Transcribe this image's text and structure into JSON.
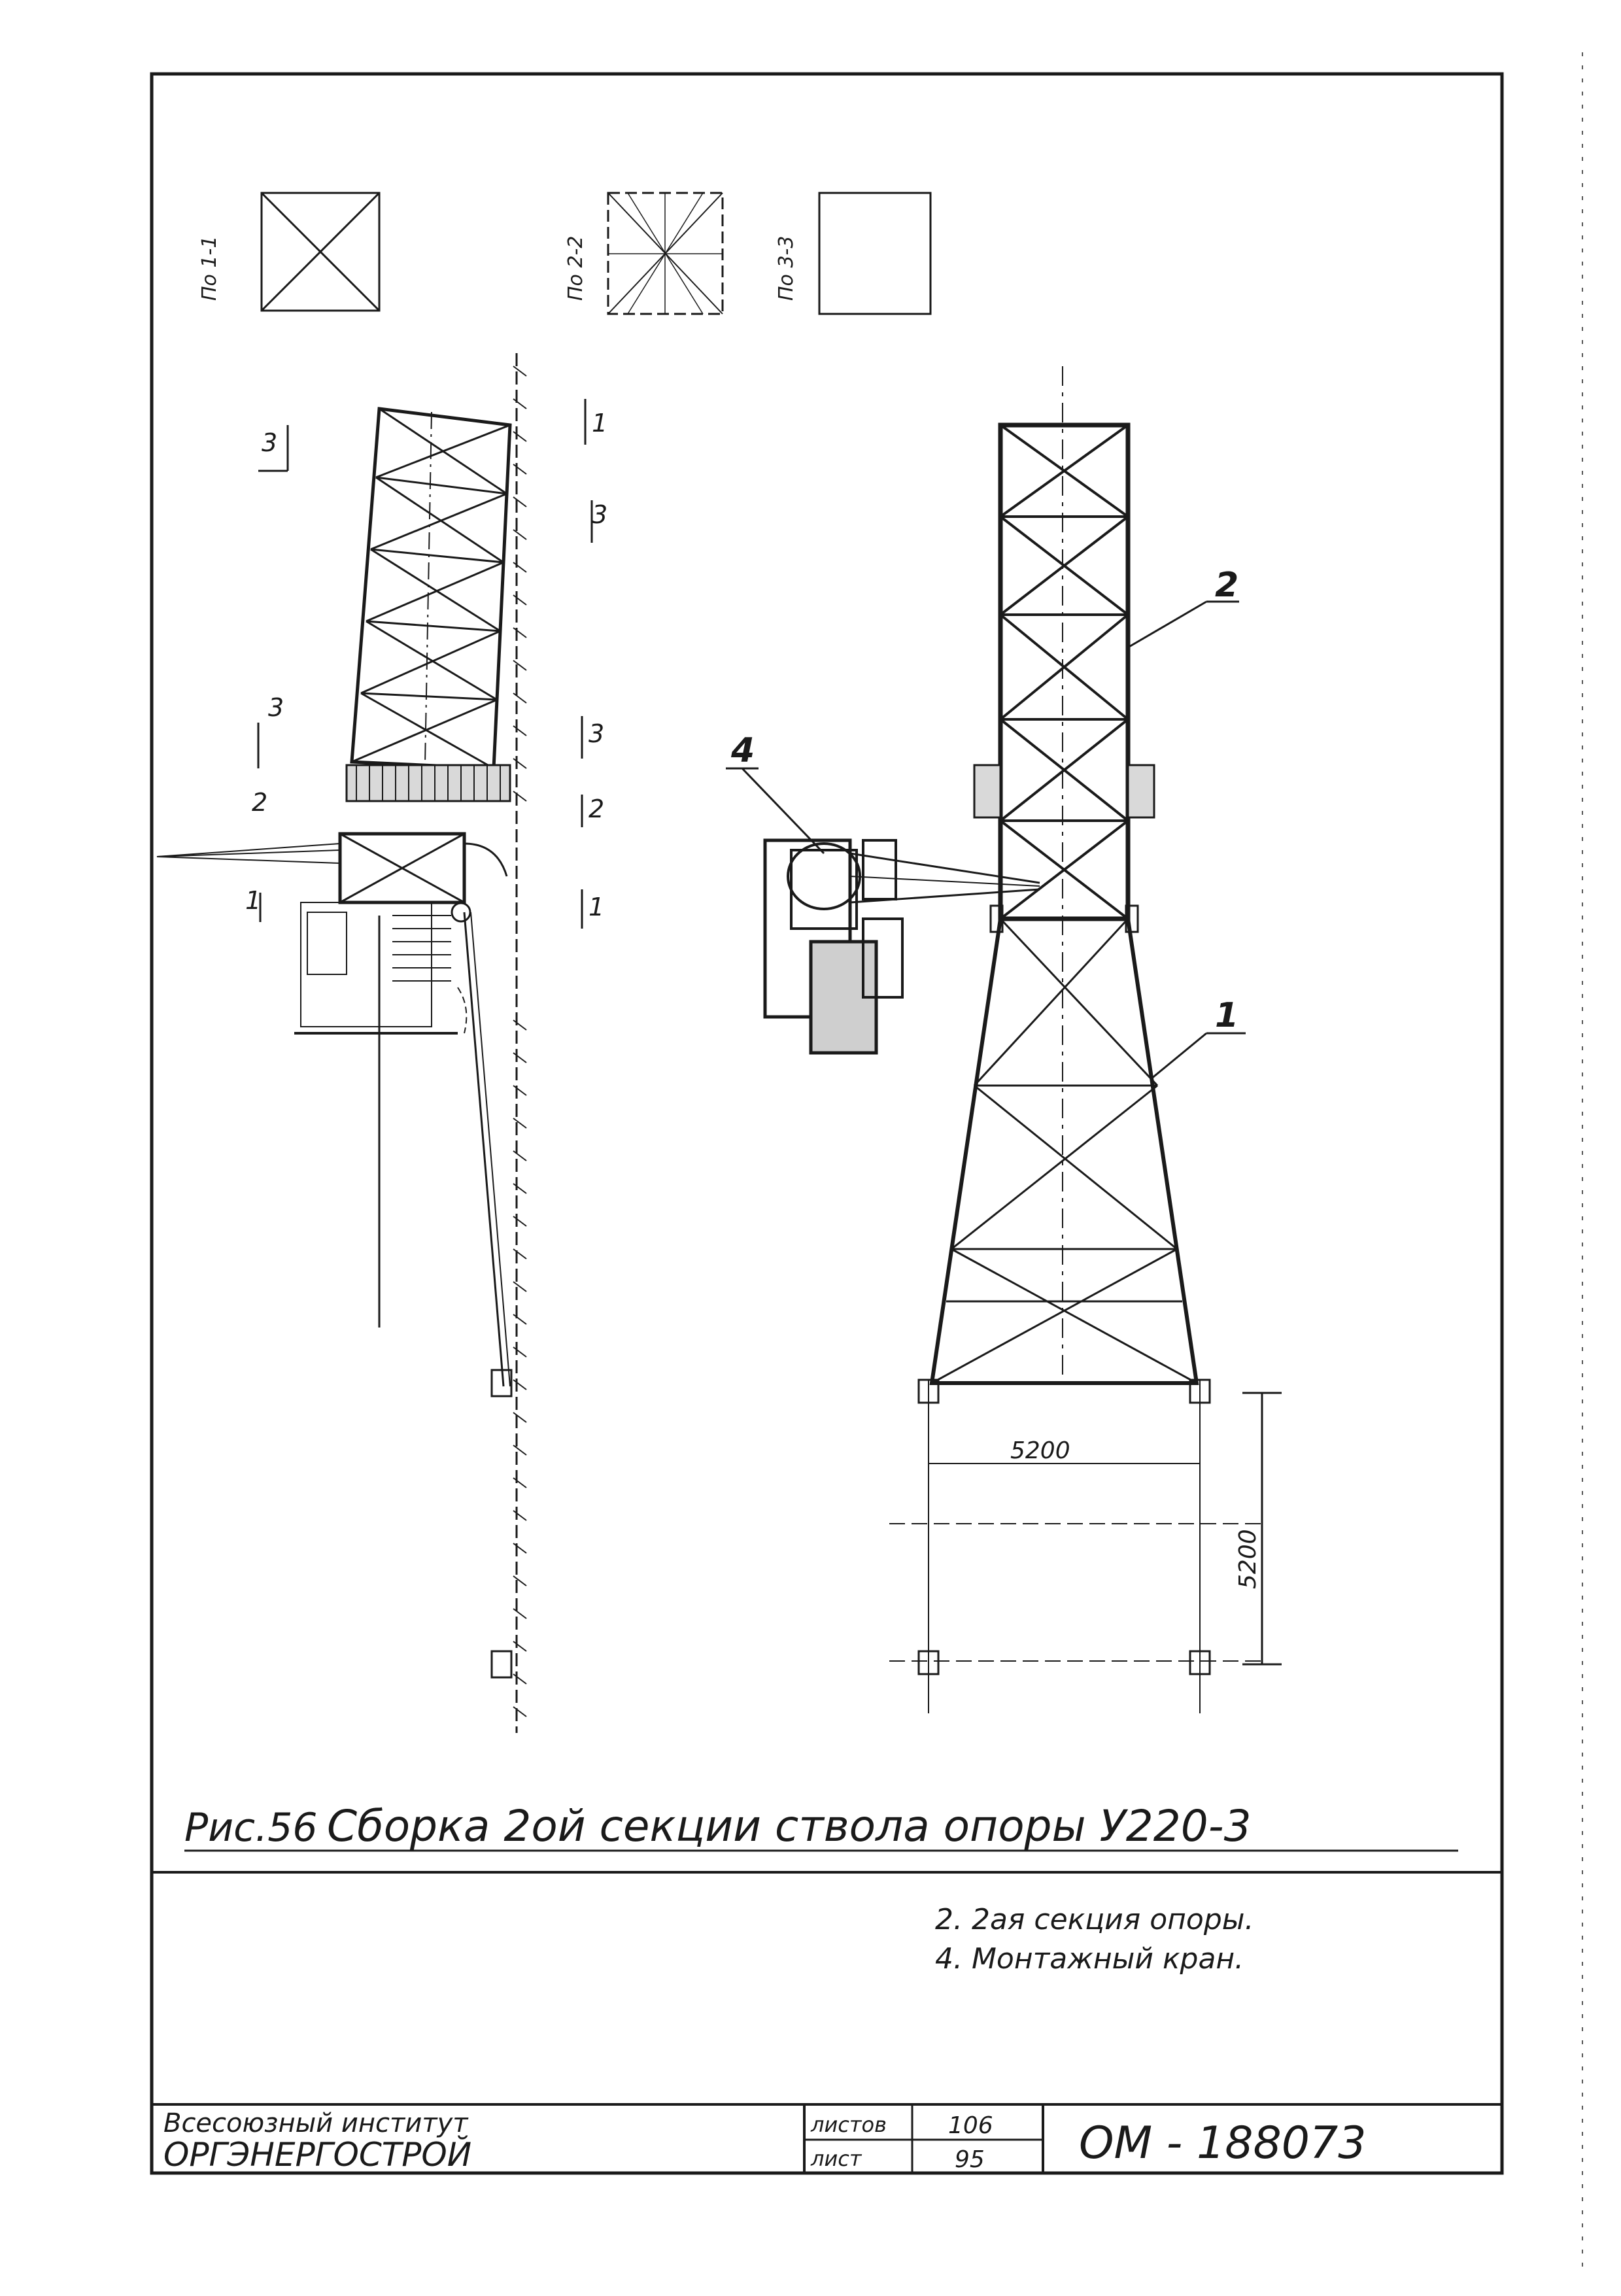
{
  "drawing": {
    "section_labels": {
      "s11": "По 1-1",
      "s22": "По 2-2",
      "s33": "По 3-3"
    },
    "cut_marks": {
      "left_1": "1",
      "left_2": "2",
      "left_3": "3",
      "right_1": "1",
      "right_2": "2",
      "right_3": "3",
      "top_left_3": "3",
      "top_right_1": "1",
      "top_right_3": "3"
    },
    "callouts": {
      "c1": "1",
      "c2": "2",
      "c4": "4"
    },
    "dims": {
      "horizontal": "5200",
      "vertical": "5200"
    },
    "fig_label": "Рис.56",
    "title": "Сборка  2ой секции ствола опоры У220-3",
    "notes": [
      "2. 2ая секция опоры.",
      "4. Монтажный кран."
    ]
  },
  "title_block": {
    "org_line1": "Всесоюзный институт",
    "org_line2": "ОРГЭНЕРГОСТРОЙ",
    "sheets_label": "листов",
    "sheets_value": "106",
    "sheet_label": "лист",
    "sheet_value": "95",
    "doc_number": "ОМ - 188073"
  },
  "colors": {
    "ink": "#1a1a1a",
    "paper": "#ffffff"
  }
}
